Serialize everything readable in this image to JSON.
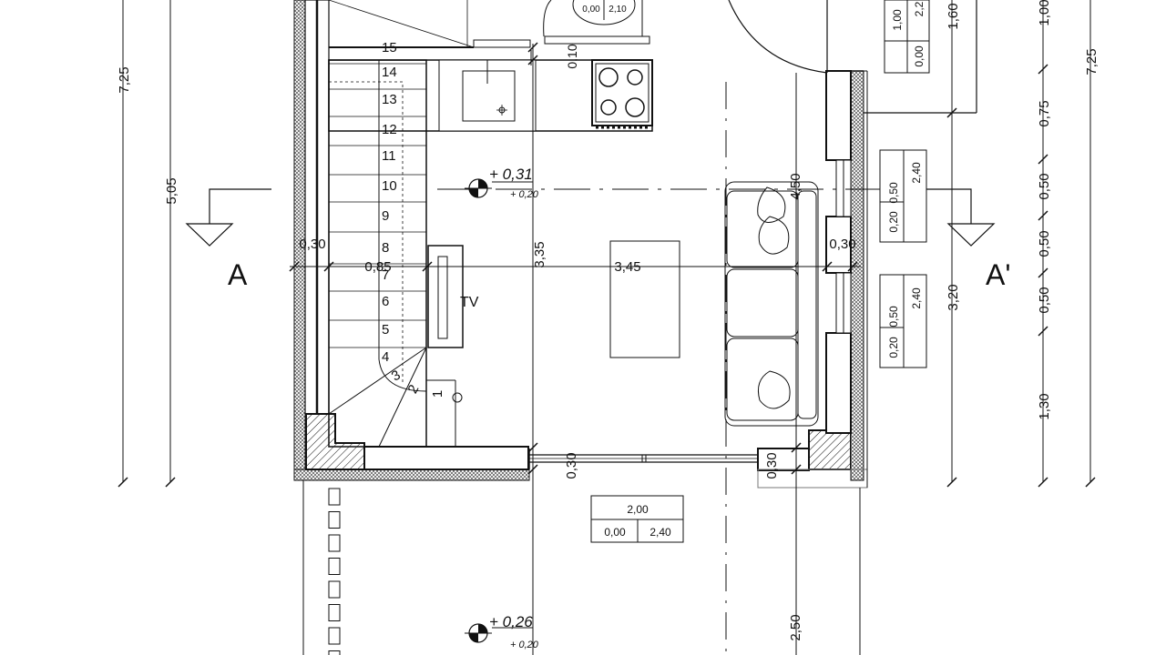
{
  "drawing": {
    "dims_left": {
      "d725": "7,25",
      "d505": "5,05"
    },
    "dims_right": {
      "r160": "1,60",
      "r320": "3,20",
      "r725": "7,25",
      "r100": "1,00",
      "r075": "0,75",
      "r050a": "0,50",
      "r050b": "0,50",
      "r050c": "0,50",
      "r130": "1,30"
    },
    "dims_interior": {
      "w030_left": "0,30",
      "w085": "0,85",
      "w335": "3,35",
      "w345": "3,45",
      "w030_right": "0,30",
      "w010": "0,10",
      "w450": "4,50",
      "w030_bottom": "0,30",
      "w030_bottom2": "0,30",
      "w250": "2,50"
    },
    "levels": [
      {
        "main": "+ 0,31",
        "sub": "+ 0,20"
      },
      {
        "main": "+ 0,26",
        "sub": "+ 0,20"
      }
    ],
    "section": {
      "left": "A",
      "right": "A'"
    },
    "stairs": [
      "1",
      "2",
      "3",
      "4",
      "5",
      "6",
      "7",
      "8",
      "9",
      "10",
      "11",
      "12",
      "13",
      "14",
      "15"
    ],
    "tv_label": "TV",
    "tags": {
      "top_partial": {
        "b1": "0,00",
        "b2": "2,10"
      },
      "top_right": {
        "a": "1,00",
        "b": "2,2",
        "c": "0,00"
      },
      "window_1": {
        "a": "0,50",
        "b": "0,20",
        "c": "2,40"
      },
      "window_2": {
        "a": "0,50",
        "b": "0,20",
        "c": "2,40"
      },
      "door_bottom": {
        "a": "2,00",
        "b": "0,00",
        "c": "2,40"
      }
    }
  }
}
